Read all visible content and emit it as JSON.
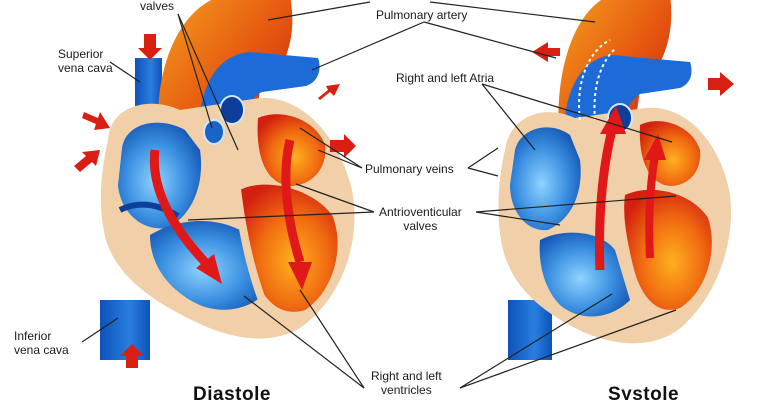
{
  "labels": {
    "semilunar_valves": "valves",
    "pulmonary_artery": "Pulmonary artery",
    "superior_vena_cava": "Superior\nvena cava",
    "atria": "Right and left Atria",
    "pulmonary_veins": "Pulmonary veins",
    "av_valves": "Antrioventicular\nvalves",
    "inferior_vena_cava": "Inferior\nvena cava",
    "ventricles": "Right and left\nventricles"
  },
  "titles": {
    "diastole": "Diastole",
    "systole": "Systole"
  },
  "colors": {
    "oxygen_poor_blood": "#1565c0",
    "oxygen_rich_blood": "#d81f12",
    "myocardium": "#f1cfa8",
    "flow_arrow": "#e01818",
    "pointer_line": "#222222"
  }
}
